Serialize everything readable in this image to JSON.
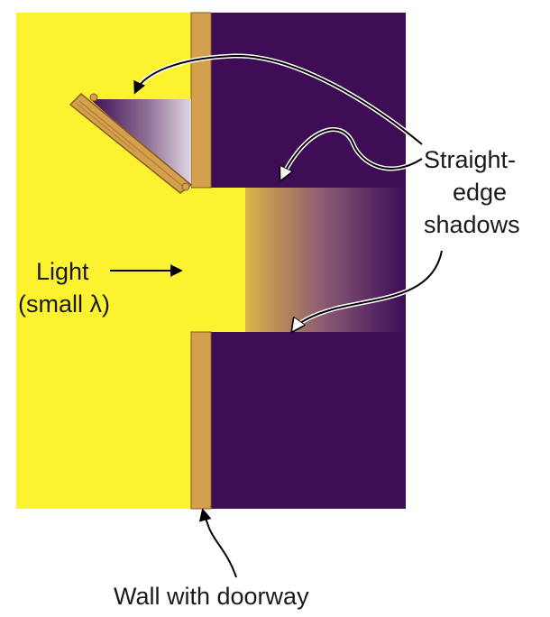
{
  "colors": {
    "light": "#fcf230",
    "shadow": "#3f0d55",
    "wall": "#d5a04e",
    "wall_edge": "#8a5a1e",
    "text": "#1a1a1a",
    "arrow": "#000000"
  },
  "labels": {
    "light_line1": "Light",
    "light_line2": "(small λ)",
    "shadows_line1": "Straight-",
    "shadows_line2": "edge",
    "shadows_line3": "shadows",
    "wall_caption": "Wall with doorway"
  },
  "icons": {
    "light_arrow": "arrow-right-icon",
    "caption_pointer": "curved-arrow-up-icon",
    "shadow_pointers": "curved-arrow-icon"
  }
}
